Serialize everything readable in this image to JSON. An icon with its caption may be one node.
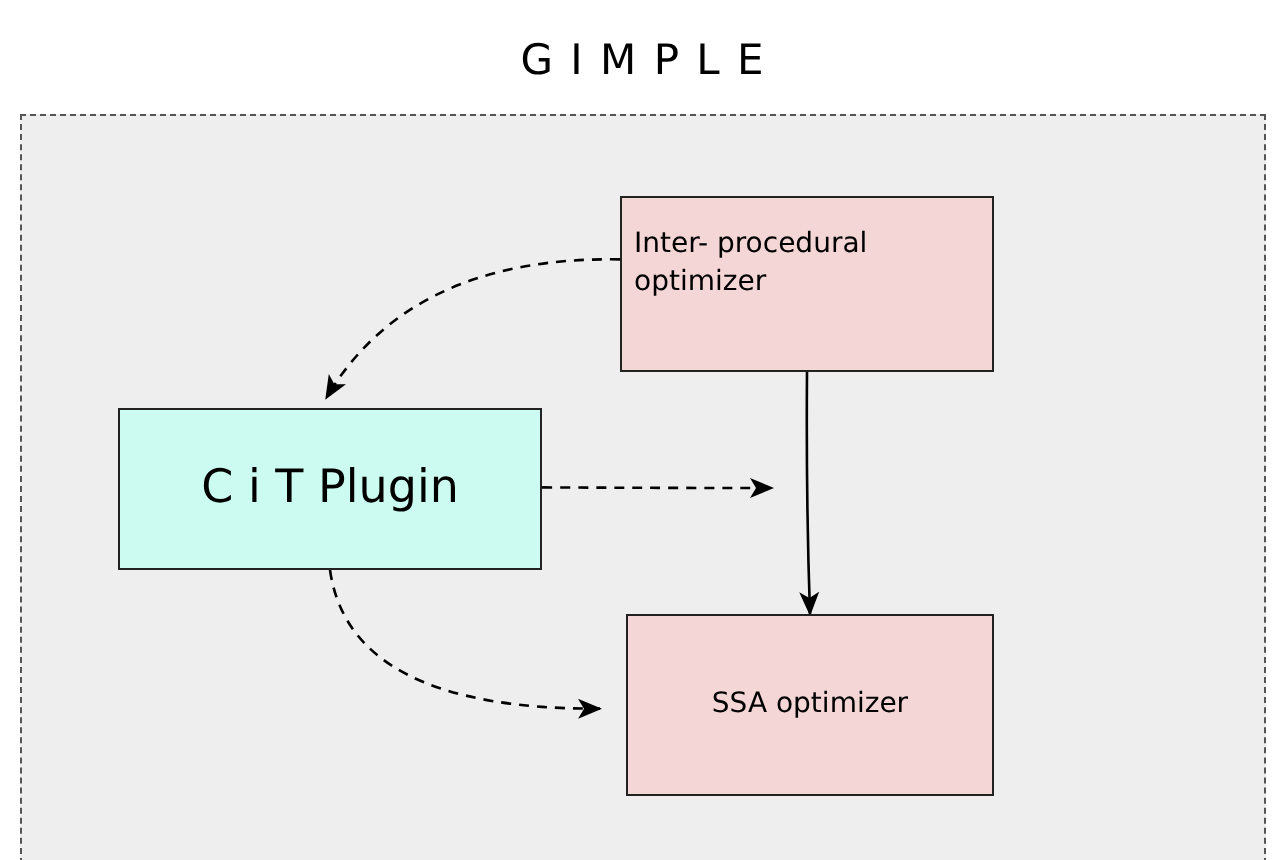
{
  "diagram": {
    "nodes": [
      {
        "text": [
          "G I M P L E"
        ]
      },
      {
        "text": [
          "Inter- procedural optimizer"
        ],
        "in": 0
      },
      {
        "text": [
          "C i T Plugin"
        ],
        "in": 0
      },
      {
        "text": [
          "SSA optimizer"
        ],
        "in": 0
      }
    ],
    "edges": [
      {
        "from": 1,
        "to": 2,
        "arrow": "to",
        "style": "dashed"
      },
      {
        "from": 2,
        "to": null,
        "arrow": "to",
        "style": "dashed"
      },
      {
        "from": 2,
        "to": 3,
        "arrow": "to",
        "style": "dashed"
      },
      {
        "from": 1,
        "to": 3,
        "arrow": "to"
      }
    ]
  }
}
